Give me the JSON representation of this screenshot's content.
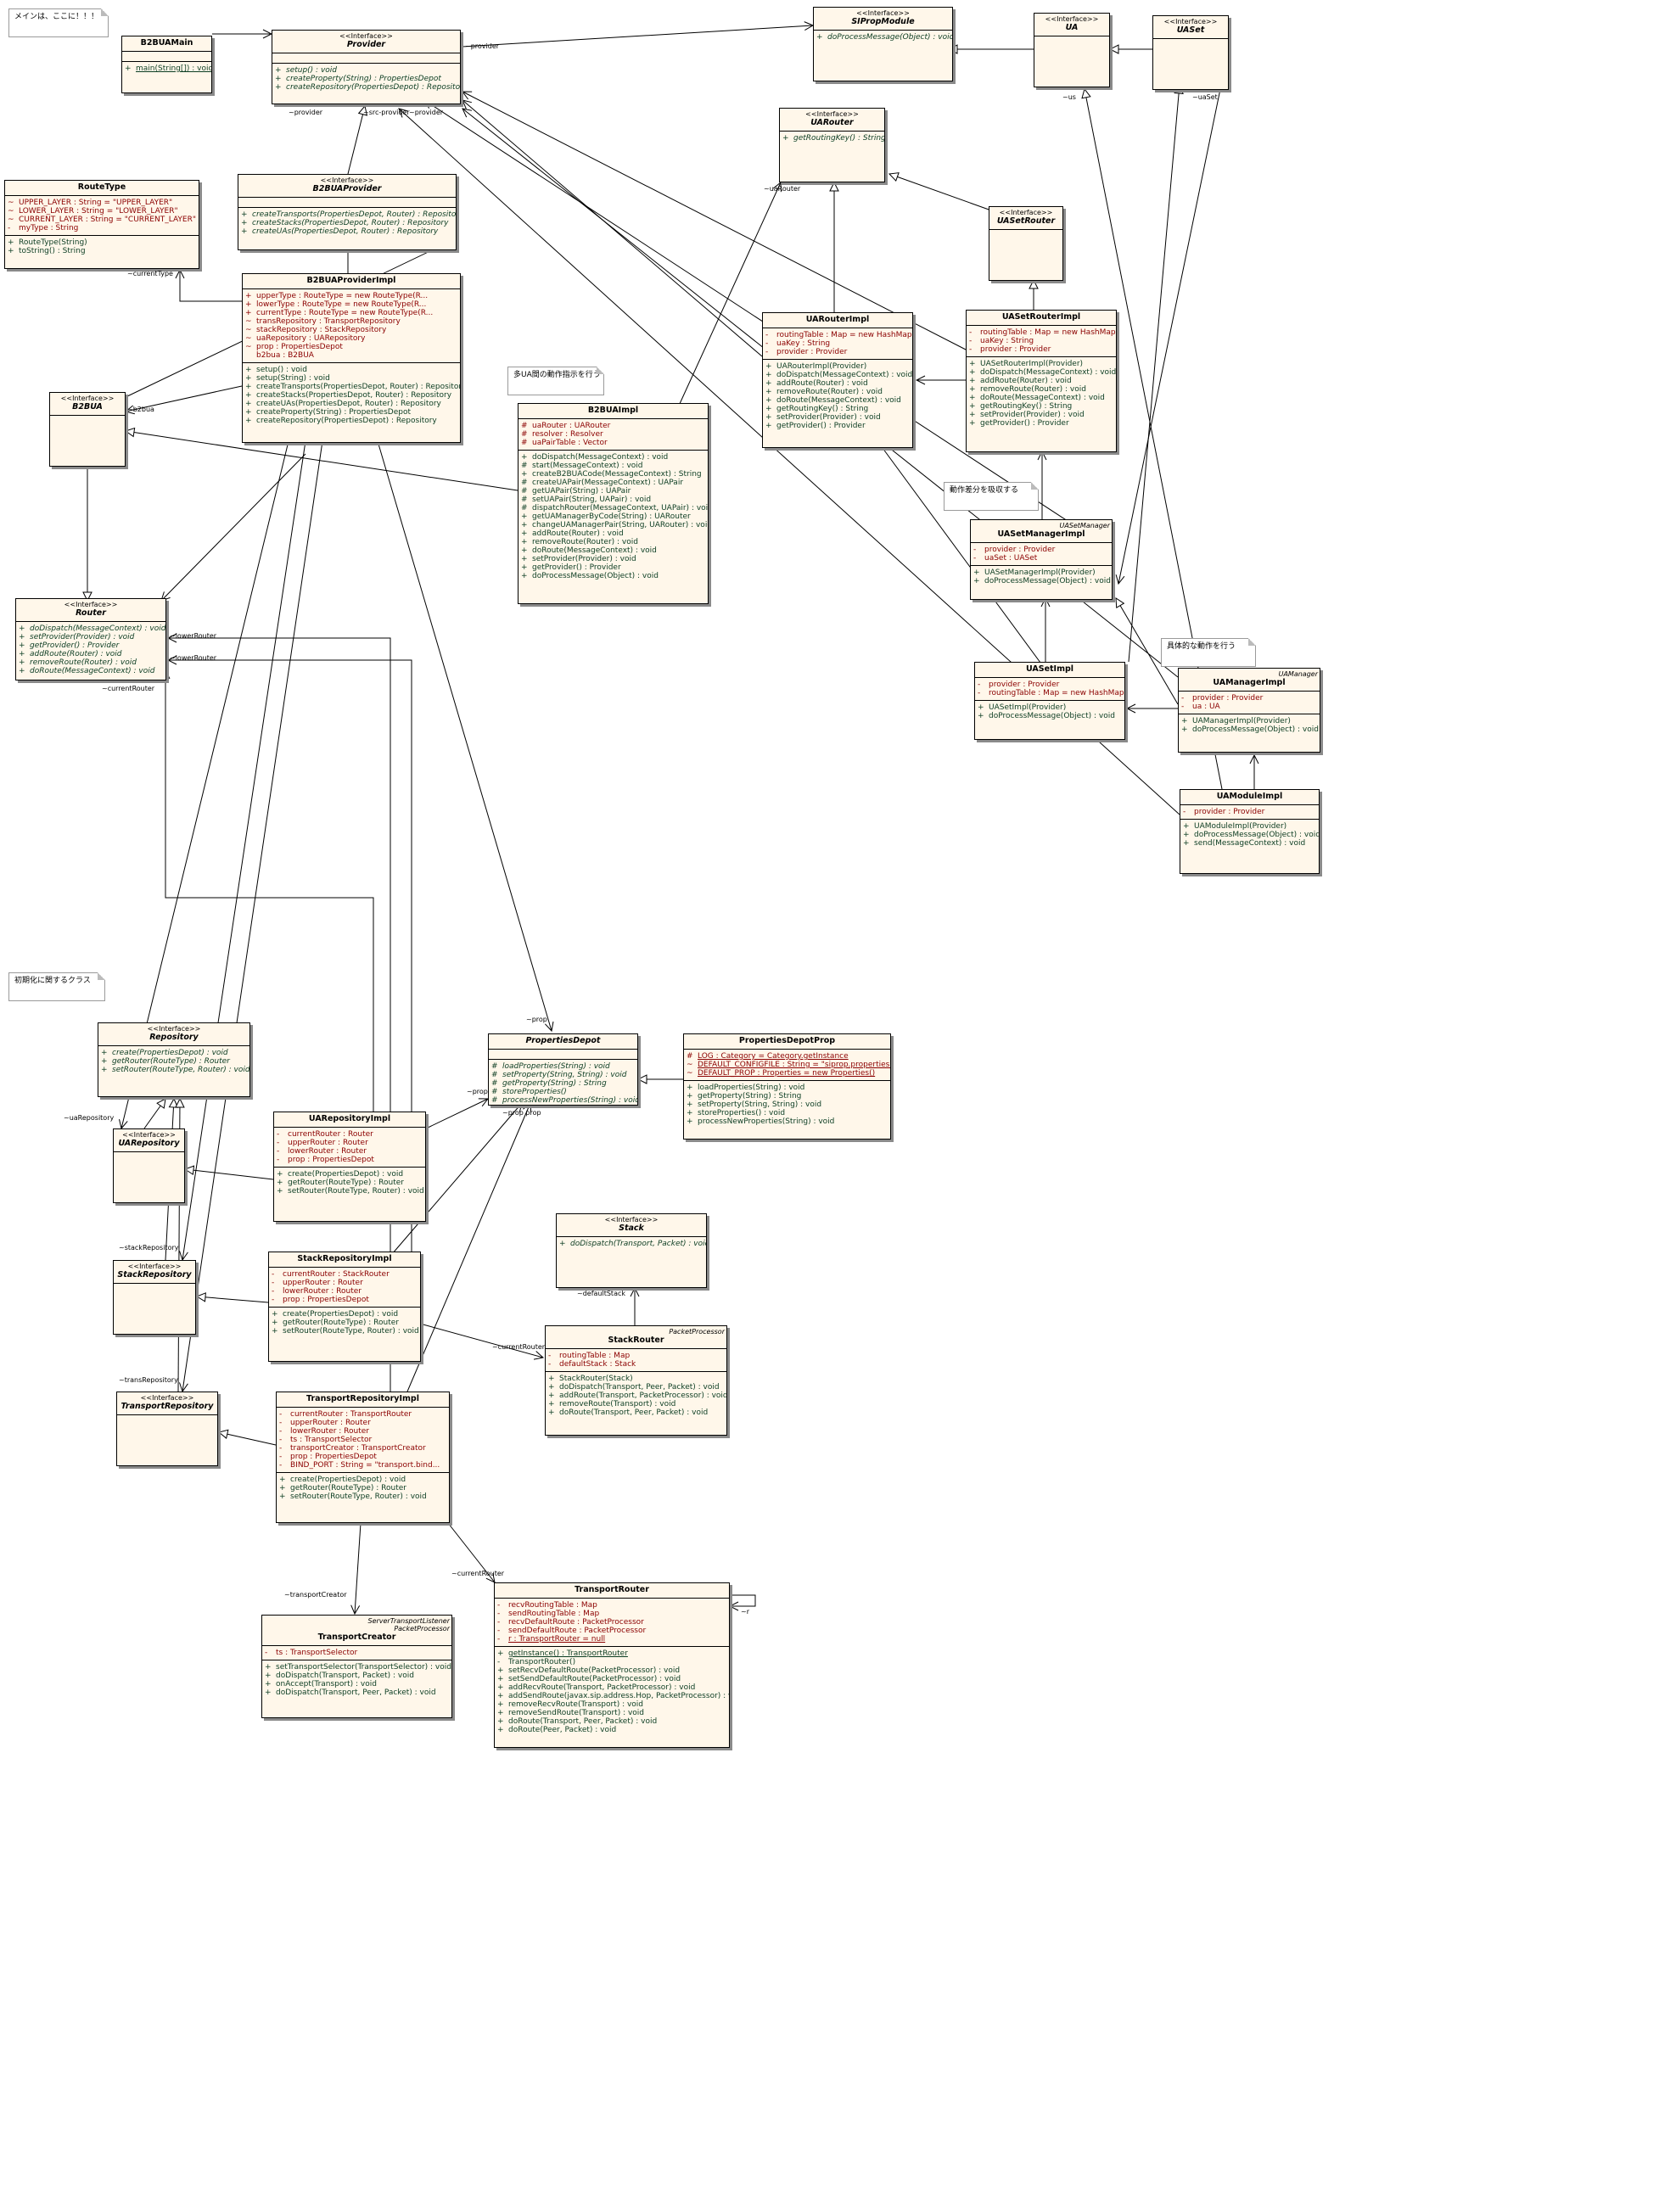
{
  "notes": {
    "main": "メインは、ここに！！！",
    "init": "初期化に関するクラス",
    "multi_ua": "多UA間の動作指示を行う",
    "diff": "動作差分を吸収する",
    "concrete": "具体的な動作を行う"
  },
  "classes": {
    "b2buamain": {
      "name": "B2BUAMain",
      "ops": [
        [
          "+",
          "main(String[]) : void"
        ]
      ]
    },
    "provider": {
      "stereo": "<<Interface>>",
      "name": "Provider",
      "ops": [
        [
          "+",
          "setup() : void"
        ],
        [
          "+",
          "createProperty(String) : PropertiesDepot"
        ],
        [
          "+",
          "createRepository(PropertiesDepot) : Repository"
        ]
      ]
    },
    "sipropmodule": {
      "stereo": "<<Interface>>",
      "name": "SIPropModule",
      "ops": [
        [
          "+",
          "doProcessMessage(Object) : void"
        ]
      ]
    },
    "ua": {
      "stereo": "<<Interface>>",
      "name": "UA"
    },
    "uaset": {
      "stereo": "<<Interface>>",
      "name": "UASet"
    },
    "uarouter": {
      "stereo": "<<Interface>>",
      "name": "UARouter",
      "ops": [
        [
          "+",
          "getRoutingKey() : String"
        ]
      ]
    },
    "routetype": {
      "name": "RouteType",
      "attrs": [
        [
          "~",
          "UPPER_LAYER : String = \"UPPER_LAYER\""
        ],
        [
          "~",
          "LOWER_LAYER : String = \"LOWER_LAYER\""
        ],
        [
          "~",
          "CURRENT_LAYER : String = \"CURRENT_LAYER\""
        ],
        [
          "-",
          "myType : String"
        ]
      ],
      "ops": [
        [
          "+",
          "RouteType(String)"
        ],
        [
          "+",
          "toString() : String"
        ]
      ]
    },
    "b2buaprovider": {
      "stereo": "<<Interface>>",
      "name": "B2BUAProvider",
      "ops": [
        [
          "+",
          "createTransports(PropertiesDepot, Router) : Repository"
        ],
        [
          "+",
          "createStacks(PropertiesDepot, Router) : Repository"
        ],
        [
          "+",
          "createUAs(PropertiesDepot, Router) : Repository"
        ]
      ]
    },
    "uasetrouter": {
      "stereo": "<<Interface>>",
      "name": "UASetRouter"
    },
    "b2buaproviderimpl": {
      "name": "B2BUAProviderImpl",
      "attrs": [
        [
          "+",
          "upperType : RouteType = new RouteType(R..."
        ],
        [
          "+",
          "lowerType : RouteType = new RouteType(R..."
        ],
        [
          "+",
          "currentType : RouteType = new RouteType(R..."
        ],
        [
          "~",
          "transRepository : TransportRepository"
        ],
        [
          "~",
          "stackRepository : StackRepository"
        ],
        [
          "~",
          "uaRepository : UARepository"
        ],
        [
          "~",
          "prop : PropertiesDepot"
        ],
        [
          "",
          "b2bua : B2BUA"
        ]
      ],
      "ops": [
        [
          "+",
          "setup() : void"
        ],
        [
          "+",
          "setup(String) : void"
        ],
        [
          "+",
          "createTransports(PropertiesDepot, Router) : Repository"
        ],
        [
          "+",
          "createStacks(PropertiesDepot, Router) : Repository"
        ],
        [
          "+",
          "createUAs(PropertiesDepot, Router) : Repository"
        ],
        [
          "+",
          "createProperty(String) : PropertiesDepot"
        ],
        [
          "+",
          "createRepository(PropertiesDepot) : Repository"
        ]
      ]
    },
    "uarouterimpl": {
      "name": "UARouterImpl",
      "attrs": [
        [
          "-",
          "routingTable : Map = new HashMap()"
        ],
        [
          "-",
          "uaKey : String"
        ],
        [
          "-",
          "provider : Provider"
        ]
      ],
      "ops": [
        [
          "+",
          "UARouterImpl(Provider)"
        ],
        [
          "+",
          "doDispatch(MessageContext) : void"
        ],
        [
          "+",
          "addRoute(Router) : void"
        ],
        [
          "+",
          "removeRoute(Router) : void"
        ],
        [
          "+",
          "doRoute(MessageContext) : void"
        ],
        [
          "+",
          "getRoutingKey() : String"
        ],
        [
          "+",
          "setProvider(Provider) : void"
        ],
        [
          "+",
          "getProvider() : Provider"
        ]
      ]
    },
    "uasetrouterimpl": {
      "name": "UASetRouterImpl",
      "attrs": [
        [
          "-",
          "routingTable : Map = new HashMap()"
        ],
        [
          "-",
          "uaKey : String"
        ],
        [
          "-",
          "provider : Provider"
        ]
      ],
      "ops": [
        [
          "+",
          "UASetRouterImpl(Provider)"
        ],
        [
          "+",
          "doDispatch(MessageContext) : void"
        ],
        [
          "+",
          "addRoute(Router) : void"
        ],
        [
          "+",
          "removeRoute(Router) : void"
        ],
        [
          "+",
          "doRoute(MessageContext) : void"
        ],
        [
          "+",
          "getRoutingKey() : String"
        ],
        [
          "+",
          "setProvider(Provider) : void"
        ],
        [
          "+",
          "getProvider() : Provider"
        ]
      ]
    },
    "b2bua": {
      "stereo": "<<Interface>>",
      "name": "B2BUA"
    },
    "b2buaimpl": {
      "name": "B2BUAImpl",
      "attrs": [
        [
          "#",
          "uaRouter : UARouter"
        ],
        [
          "#",
          "resolver : Resolver"
        ],
        [
          "#",
          "uaPairTable : Vector"
        ]
      ],
      "ops": [
        [
          "+",
          "doDispatch(MessageContext) : void"
        ],
        [
          "#",
          "start(MessageContext) : void"
        ],
        [
          "+",
          "createB2BUACode(MessageContext) : String"
        ],
        [
          "#",
          "createUAPair(MessageContext) : UAPair"
        ],
        [
          "#",
          "getUAPair(String) : UAPair"
        ],
        [
          "#",
          "setUAPair(String, UAPair) : void"
        ],
        [
          "#",
          "dispatchRouter(MessageContext, UAPair) : void"
        ],
        [
          "+",
          "getUAManagerByCode(String) : UARouter"
        ],
        [
          "+",
          "changeUAManagerPair(String, UARouter) : void"
        ],
        [
          "+",
          "addRoute(Router) : void"
        ],
        [
          "+",
          "removeRoute(Router) : void"
        ],
        [
          "+",
          "doRoute(MessageContext) : void"
        ],
        [
          "+",
          "setProvider(Provider) : void"
        ],
        [
          "+",
          "getProvider() : Provider"
        ],
        [
          "+",
          "doProcessMessage(Object) : void"
        ]
      ]
    },
    "uasetmanagerimpl": {
      "stereo": "UASetManager",
      "name": "UASetManagerImpl",
      "attrs": [
        [
          "-",
          "provider : Provider"
        ],
        [
          "-",
          "uaSet : UASet"
        ]
      ],
      "ops": [
        [
          "+",
          "UASetManagerImpl(Provider)"
        ],
        [
          "+",
          "doProcessMessage(Object) : void"
        ]
      ]
    },
    "router": {
      "stereo": "<<Interface>>",
      "name": "Router",
      "ops": [
        [
          "+",
          "doDispatch(MessageContext) : void"
        ],
        [
          "+",
          "setProvider(Provider) : void"
        ],
        [
          "+",
          "getProvider() : Provider"
        ],
        [
          "+",
          "addRoute(Router) : void"
        ],
        [
          "+",
          "removeRoute(Router) : void"
        ],
        [
          "+",
          "doRoute(MessageContext) : void"
        ]
      ]
    },
    "uasetimpl": {
      "name": "UASetImpl",
      "attrs": [
        [
          "-",
          "provider : Provider"
        ],
        [
          "-",
          "routingTable : Map = new HashMap()"
        ]
      ],
      "ops": [
        [
          "+",
          "UASetImpl(Provider)"
        ],
        [
          "+",
          "doProcessMessage(Object) : void"
        ]
      ]
    },
    "uamanagerimpl": {
      "stereo": "UAManager",
      "name": "UAManagerImpl",
      "attrs": [
        [
          "-",
          "provider : Provider"
        ],
        [
          "-",
          "ua : UA"
        ]
      ],
      "ops": [
        [
          "+",
          "UAManagerImpl(Provider)"
        ],
        [
          "+",
          "doProcessMessage(Object) : void"
        ]
      ]
    },
    "uamoduleimpl": {
      "name": "UAModuleImpl",
      "attrs": [
        [
          "-",
          "provider : Provider"
        ]
      ],
      "ops": [
        [
          "+",
          "UAModuleImpl(Provider)"
        ],
        [
          "+",
          "doProcessMessage(Object) : void"
        ],
        [
          "+",
          "send(MessageContext) : void"
        ]
      ]
    },
    "repository": {
      "stereo": "<<Interface>>",
      "name": "Repository",
      "ops": [
        [
          "+",
          "create(PropertiesDepot) : void"
        ],
        [
          "+",
          "getRouter(RouteType) : Router"
        ],
        [
          "+",
          "setRouter(RouteType, Router) : void"
        ]
      ]
    },
    "propertiesdepot": {
      "name": "PropertiesDepot",
      "ops": [
        [
          "#",
          "loadProperties(String) : void"
        ],
        [
          "#",
          "setProperty(String, String) : void"
        ],
        [
          "#",
          "getProperty(String) : String"
        ],
        [
          "#",
          "storeProperties()"
        ],
        [
          "#",
          "processNewProperties(String) : void"
        ]
      ]
    },
    "propertiesdepotprop": {
      "name": "PropertiesDepotProp",
      "attrs": [
        [
          "#",
          "LOG : Category = Category.getInstance"
        ],
        [
          "~",
          "DEFAULT_CONFIGFILE : String = \"siprop.properties\""
        ],
        [
          "~",
          "DEFAULT_PROP : Properties = new Properties()"
        ]
      ],
      "ops": [
        [
          "+",
          "loadProperties(String) : void"
        ],
        [
          "+",
          "getProperty(String) : String"
        ],
        [
          "+",
          "setProperty(String, String) : void"
        ],
        [
          "+",
          "storeProperties() : void"
        ],
        [
          "+",
          "processNewProperties(String) : void"
        ]
      ]
    },
    "uarepositoryimpl": {
      "name": "UARepositoryImpl",
      "attrs": [
        [
          "-",
          "currentRouter : Router"
        ],
        [
          "-",
          "upperRouter : Router"
        ],
        [
          "-",
          "lowerRouter : Router"
        ],
        [
          "-",
          "prop : PropertiesDepot"
        ]
      ],
      "ops": [
        [
          "+",
          "create(PropertiesDepot) : void"
        ],
        [
          "+",
          "getRouter(RouteType) : Router"
        ],
        [
          "+",
          "setRouter(RouteType, Router) : void"
        ]
      ]
    },
    "uarepository": {
      "stereo": "<<Interface>>",
      "name": "UARepository"
    },
    "stack": {
      "stereo": "<<Interface>>",
      "name": "Stack",
      "ops": [
        [
          "+",
          "doDispatch(Transport, Packet) : void"
        ]
      ]
    },
    "stackrepository": {
      "stereo": "<<Interface>>",
      "name": "StackRepository"
    },
    "stackrepositoryimpl": {
      "name": "StackRepositoryImpl",
      "attrs": [
        [
          "-",
          "currentRouter : StackRouter"
        ],
        [
          "-",
          "upperRouter : Router"
        ],
        [
          "-",
          "lowerRouter : Router"
        ],
        [
          "-",
          "prop : PropertiesDepot"
        ]
      ],
      "ops": [
        [
          "+",
          "create(PropertiesDepot) : void"
        ],
        [
          "+",
          "getRouter(RouteType) : Router"
        ],
        [
          "+",
          "setRouter(RouteType, Router) : void"
        ]
      ]
    },
    "stackrouter": {
      "stereo": "PacketProcessor",
      "name": "StackRouter",
      "attrs": [
        [
          "-",
          "routingTable : Map"
        ],
        [
          "-",
          "defaultStack : Stack"
        ]
      ],
      "ops": [
        [
          "+",
          "StackRouter(Stack)"
        ],
        [
          "+",
          "doDispatch(Transport, Peer, Packet) : void"
        ],
        [
          "+",
          "addRoute(Transport, PacketProcessor) : void"
        ],
        [
          "+",
          "removeRoute(Transport) : void"
        ],
        [
          "+",
          "doRoute(Transport, Peer, Packet) : void"
        ]
      ]
    },
    "transportrepository": {
      "stereo": "<<Interface>>",
      "name": "TransportRepository"
    },
    "transportrepositoryimpl": {
      "name": "TransportRepositoryImpl",
      "attrs": [
        [
          "-",
          "currentRouter : TransportRouter"
        ],
        [
          "-",
          "upperRouter : Router"
        ],
        [
          "-",
          "lowerRouter : Router"
        ],
        [
          "-",
          "ts : TransportSelector"
        ],
        [
          "-",
          "transportCreator : TransportCreator"
        ],
        [
          "-",
          "prop : PropertiesDepot"
        ],
        [
          "-",
          "BIND_PORT : String = \"transport.bind..."
        ]
      ],
      "ops": [
        [
          "+",
          "create(PropertiesDepot) : void"
        ],
        [
          "+",
          "getRouter(RouteType) : Router"
        ],
        [
          "+",
          "setRouter(RouteType, Router) : void"
        ]
      ]
    },
    "transportcreator": {
      "stereo": "ServerTransportListener\nPacketProcessor",
      "name": "TransportCreator",
      "attrs": [
        [
          "-",
          "ts : TransportSelector"
        ]
      ],
      "ops": [
        [
          "+",
          "setTransportSelector(TransportSelector) : void"
        ],
        [
          "+",
          "doDispatch(Transport, Packet) : void"
        ],
        [
          "+",
          "onAccept(Transport) : void"
        ],
        [
          "+",
          "doDispatch(Transport, Peer, Packet) : void"
        ]
      ]
    },
    "transportrouter": {
      "name": "TransportRouter",
      "attrs": [
        [
          "-",
          "recvRoutingTable : Map"
        ],
        [
          "-",
          "sendRoutingTable : Map"
        ],
        [
          "-",
          "recvDefaultRoute : PacketProcessor"
        ],
        [
          "-",
          "sendDefaultRoute : PacketProcessor"
        ],
        [
          "-",
          "r : TransportRouter = null"
        ]
      ],
      "ops": [
        [
          "+",
          "getInstance() : TransportRouter"
        ],
        [
          "-",
          "TransportRouter()"
        ],
        [
          "+",
          "setRecvDefaultRoute(PacketProcessor) : void"
        ],
        [
          "+",
          "setSendDefaultRoute(PacketProcessor) : void"
        ],
        [
          "+",
          "addRecvRoute(Transport, PacketProcessor) : void"
        ],
        [
          "+",
          "addSendRoute(javax.sip.address.Hop, PacketProcessor) : void"
        ],
        [
          "+",
          "removeRecvRoute(Transport) : void"
        ],
        [
          "+",
          "removeSendRoute(Transport) : void"
        ],
        [
          "+",
          "doRoute(Transport, Peer, Packet) : void"
        ],
        [
          "+",
          "doRoute(Peer, Packet) : void"
        ]
      ]
    }
  },
  "edge_labels": {
    "provider_a": "~provider",
    "provider_b": "~provider",
    "src_provider": "~src-provider",
    "provider_c": "~provider",
    "current_type": "~currentType",
    "b2bua": "~b2bua",
    "ua_router": "~uaRouter",
    "lower_router_a": "~lowerRouter",
    "lower_router_b": "~lowerRouter",
    "current_router_a": "~currentRouter",
    "ua_us": "~us",
    "uaset": "~uaSet",
    "prop_a": "~prop",
    "prop_b": "~prop",
    "prop_c": "~prop prop",
    "ua_repository": "~uaRepository",
    "stack_repository": "~stackRepository",
    "trans_repository": "~transRepository",
    "default_stack": "~defaultStack",
    "current_router_b": "~currentRouter",
    "transport_creator": "~transportCreator",
    "current_router_c": "~currentRouter",
    "r": "~r"
  }
}
